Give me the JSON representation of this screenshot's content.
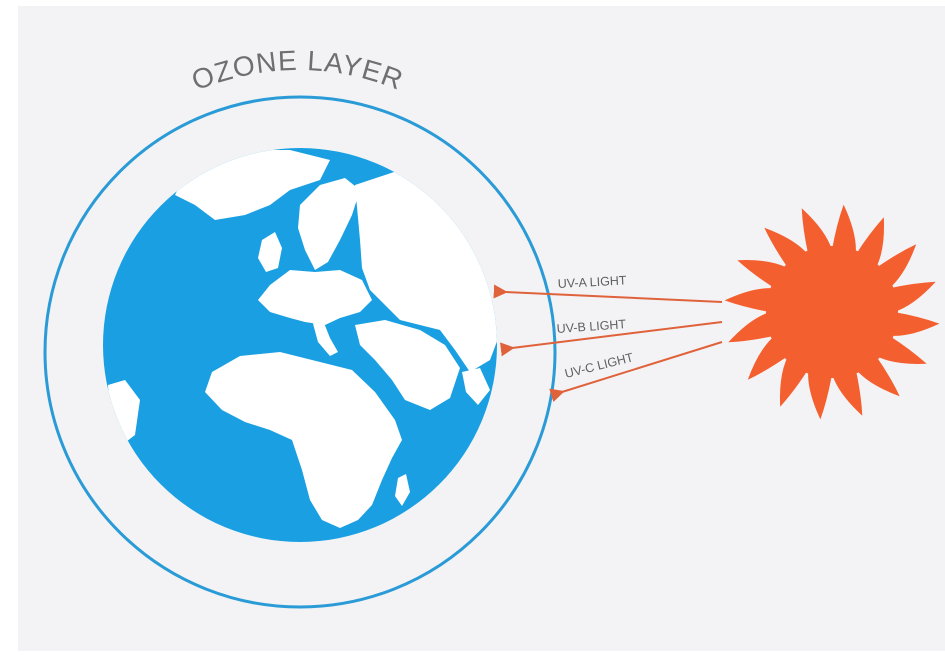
{
  "diagram": {
    "title": "OZONE LAYER",
    "rays": [
      {
        "id": "uva",
        "label": "UV-A LIGHT"
      },
      {
        "id": "uvb",
        "label": "UV-B LIGHT"
      },
      {
        "id": "uvc",
        "label": "UV-C LIGHT"
      }
    ]
  },
  "colors": {
    "background": "#f3f3f5",
    "ozone_ring": "#2a9bd6",
    "ocean": "#1aa0e2",
    "land": "#ffffff",
    "sun": "#f45f2f",
    "ray": "#e0623a",
    "text": "#6f6f6f"
  },
  "icons": {
    "earth": "earth-globe-icon",
    "sun": "sun-icon"
  }
}
